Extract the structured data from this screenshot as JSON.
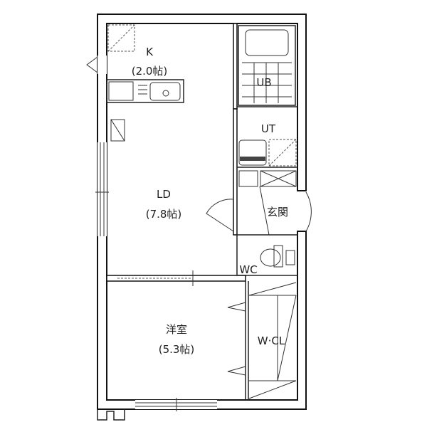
{
  "rooms": {
    "kitchen": {
      "name": "K",
      "size": "(2.0帖)"
    },
    "bath": {
      "name": "UB"
    },
    "utility": {
      "name": "UT"
    },
    "living_dining": {
      "name": "LD",
      "size": "(7.8帖)"
    },
    "entrance": {
      "name": "玄関"
    },
    "toilet": {
      "name": "WC"
    },
    "western_room": {
      "name": "洋室",
      "size": "(5.3帖)"
    },
    "closet": {
      "name": "W·CL"
    }
  }
}
